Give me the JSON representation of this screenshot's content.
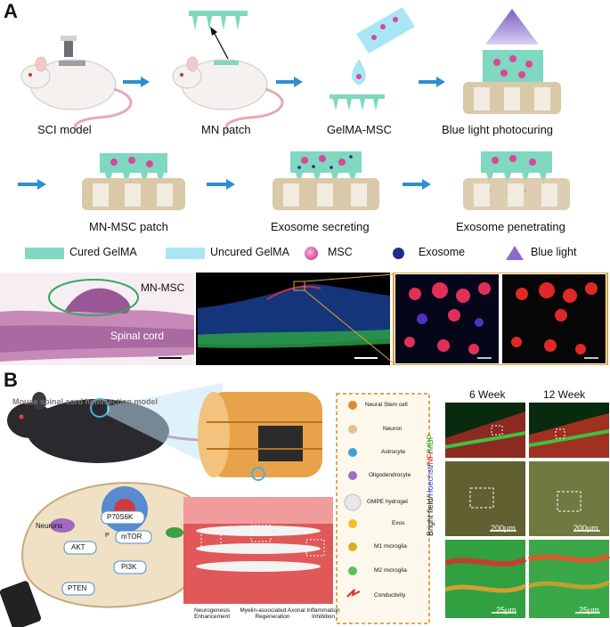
{
  "panel_a": {
    "letter": "A",
    "steps_row1": [
      "SCI model",
      "MN patch",
      "GelMA-MSC",
      "Blue light photocuring"
    ],
    "steps_row2": [
      "MN-MSC patch",
      "Exosome secreting",
      "Exosome penetrating"
    ],
    "legend": [
      {
        "label": "Cured GelMA",
        "color": "#7fd8bf"
      },
      {
        "label": "Uncured GelMA",
        "color": "#a9e6f3"
      },
      {
        "label": "MSC",
        "color": "#d9479a"
      },
      {
        "label": "Exosome",
        "color": "#1f2d8a"
      },
      {
        "label": "Blue light",
        "color": "#8a6cc8"
      }
    ],
    "histology_labels": {
      "mn_msc": "MN-MSC",
      "spinal_cord": "Spinal cord"
    }
  },
  "panel_b": {
    "letter": "B",
    "model_title": "Mouse spinal cord hemisection model",
    "neurons_label": "Neurons",
    "pathway": [
      "PTEN",
      "PI3K",
      "AKT",
      "mTOR",
      "P70S6K"
    ],
    "phospho_mark": "P",
    "bottom_labels": [
      "Neurogenesis Enhancement",
      "Myelin-associated Axonal Regeneration",
      "Inflammation Inhibition"
    ],
    "legend": [
      "Neural Stem cell",
      "Neuron",
      "Astrocyte",
      "Oligodendrocyte",
      "GMPE hydrogel",
      "Exos",
      "M1 microglia",
      "M2 microglia",
      "Conductivity"
    ],
    "micro": {
      "col1": "6 Week",
      "col2": "12 Week",
      "side_label_parts": [
        "Bright field/",
        "Hoechst",
        "/",
        "NF",
        "/",
        "MBP"
      ],
      "scale_200": "200μm",
      "scale_25": "25μm"
    }
  }
}
